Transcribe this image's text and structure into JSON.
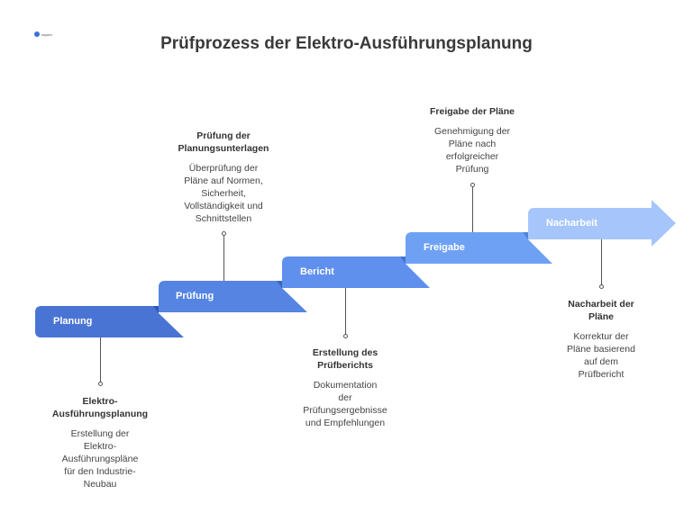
{
  "logo": {
    "text": "napkin"
  },
  "title": "Prüfprozess der Elektro-Ausführungsplanung",
  "colors": {
    "step1": "#4a74d4",
    "step2": "#5584e2",
    "step3": "#5f90ee",
    "step4": "#6ea1f4",
    "step5": "#a6c6fb",
    "line": "#555555"
  },
  "steps": [
    {
      "label": "Planung",
      "heading": "Elektro-\nAusführungsplanung",
      "description": "Erstellung der\nElektro-\nAusführungspläne\nfür den Industrie-\nNeubau"
    },
    {
      "label": "Prüfung",
      "heading": "Prüfung der\nPlanungsunterlagen",
      "description": "Überprüfung der\nPläne auf Normen,\nSicherheit,\nVollständigkeit und\nSchnittstellen"
    },
    {
      "label": "Bericht",
      "heading": "Erstellung des\nPrüfberichts",
      "description": "Dokumentation\nder\nPrüfungsergebnisse\nund Empfehlungen"
    },
    {
      "label": "Freigabe",
      "heading": "Freigabe der Pläne",
      "description": "Genehmigung der\nPläne nach\nerfolgreicher\nPrüfung"
    },
    {
      "label": "Nacharbeit",
      "heading": "Nacharbeit der\nPläne",
      "description": "Korrektur der\nPläne basierend\nauf dem\nPrüfbericht"
    }
  ]
}
